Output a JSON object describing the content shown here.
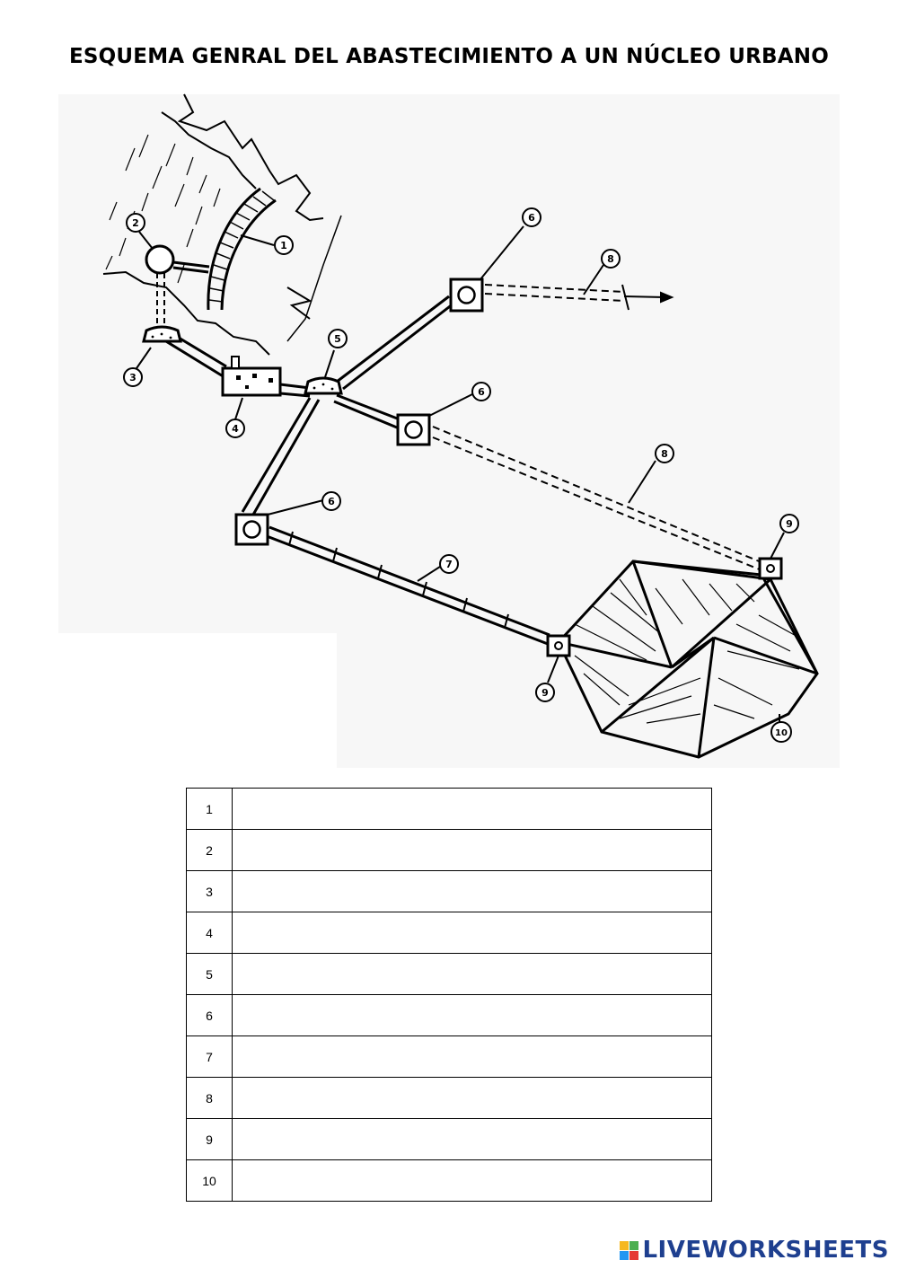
{
  "title": "ESQUEMA GENRAL DEL ABASTECIMIENTO A UN NÚCLEO URBANO",
  "diagram": {
    "labels": [
      "1",
      "2",
      "3",
      "4",
      "5",
      "6",
      "6",
      "6",
      "7",
      "8",
      "8",
      "9",
      "9",
      "10"
    ]
  },
  "table": {
    "rows": [
      {
        "num": "1",
        "answer": ""
      },
      {
        "num": "2",
        "answer": ""
      },
      {
        "num": "3",
        "answer": ""
      },
      {
        "num": "4",
        "answer": ""
      },
      {
        "num": "5",
        "answer": ""
      },
      {
        "num": "6",
        "answer": ""
      },
      {
        "num": "7",
        "answer": ""
      },
      {
        "num": "8",
        "answer": ""
      },
      {
        "num": "9",
        "answer": ""
      },
      {
        "num": "10",
        "answer": ""
      }
    ]
  },
  "brand": {
    "text": "LIVEWORKSHEETS",
    "colors": [
      "#f6b820",
      "#4caf50",
      "#2196f3",
      "#e53935"
    ]
  }
}
